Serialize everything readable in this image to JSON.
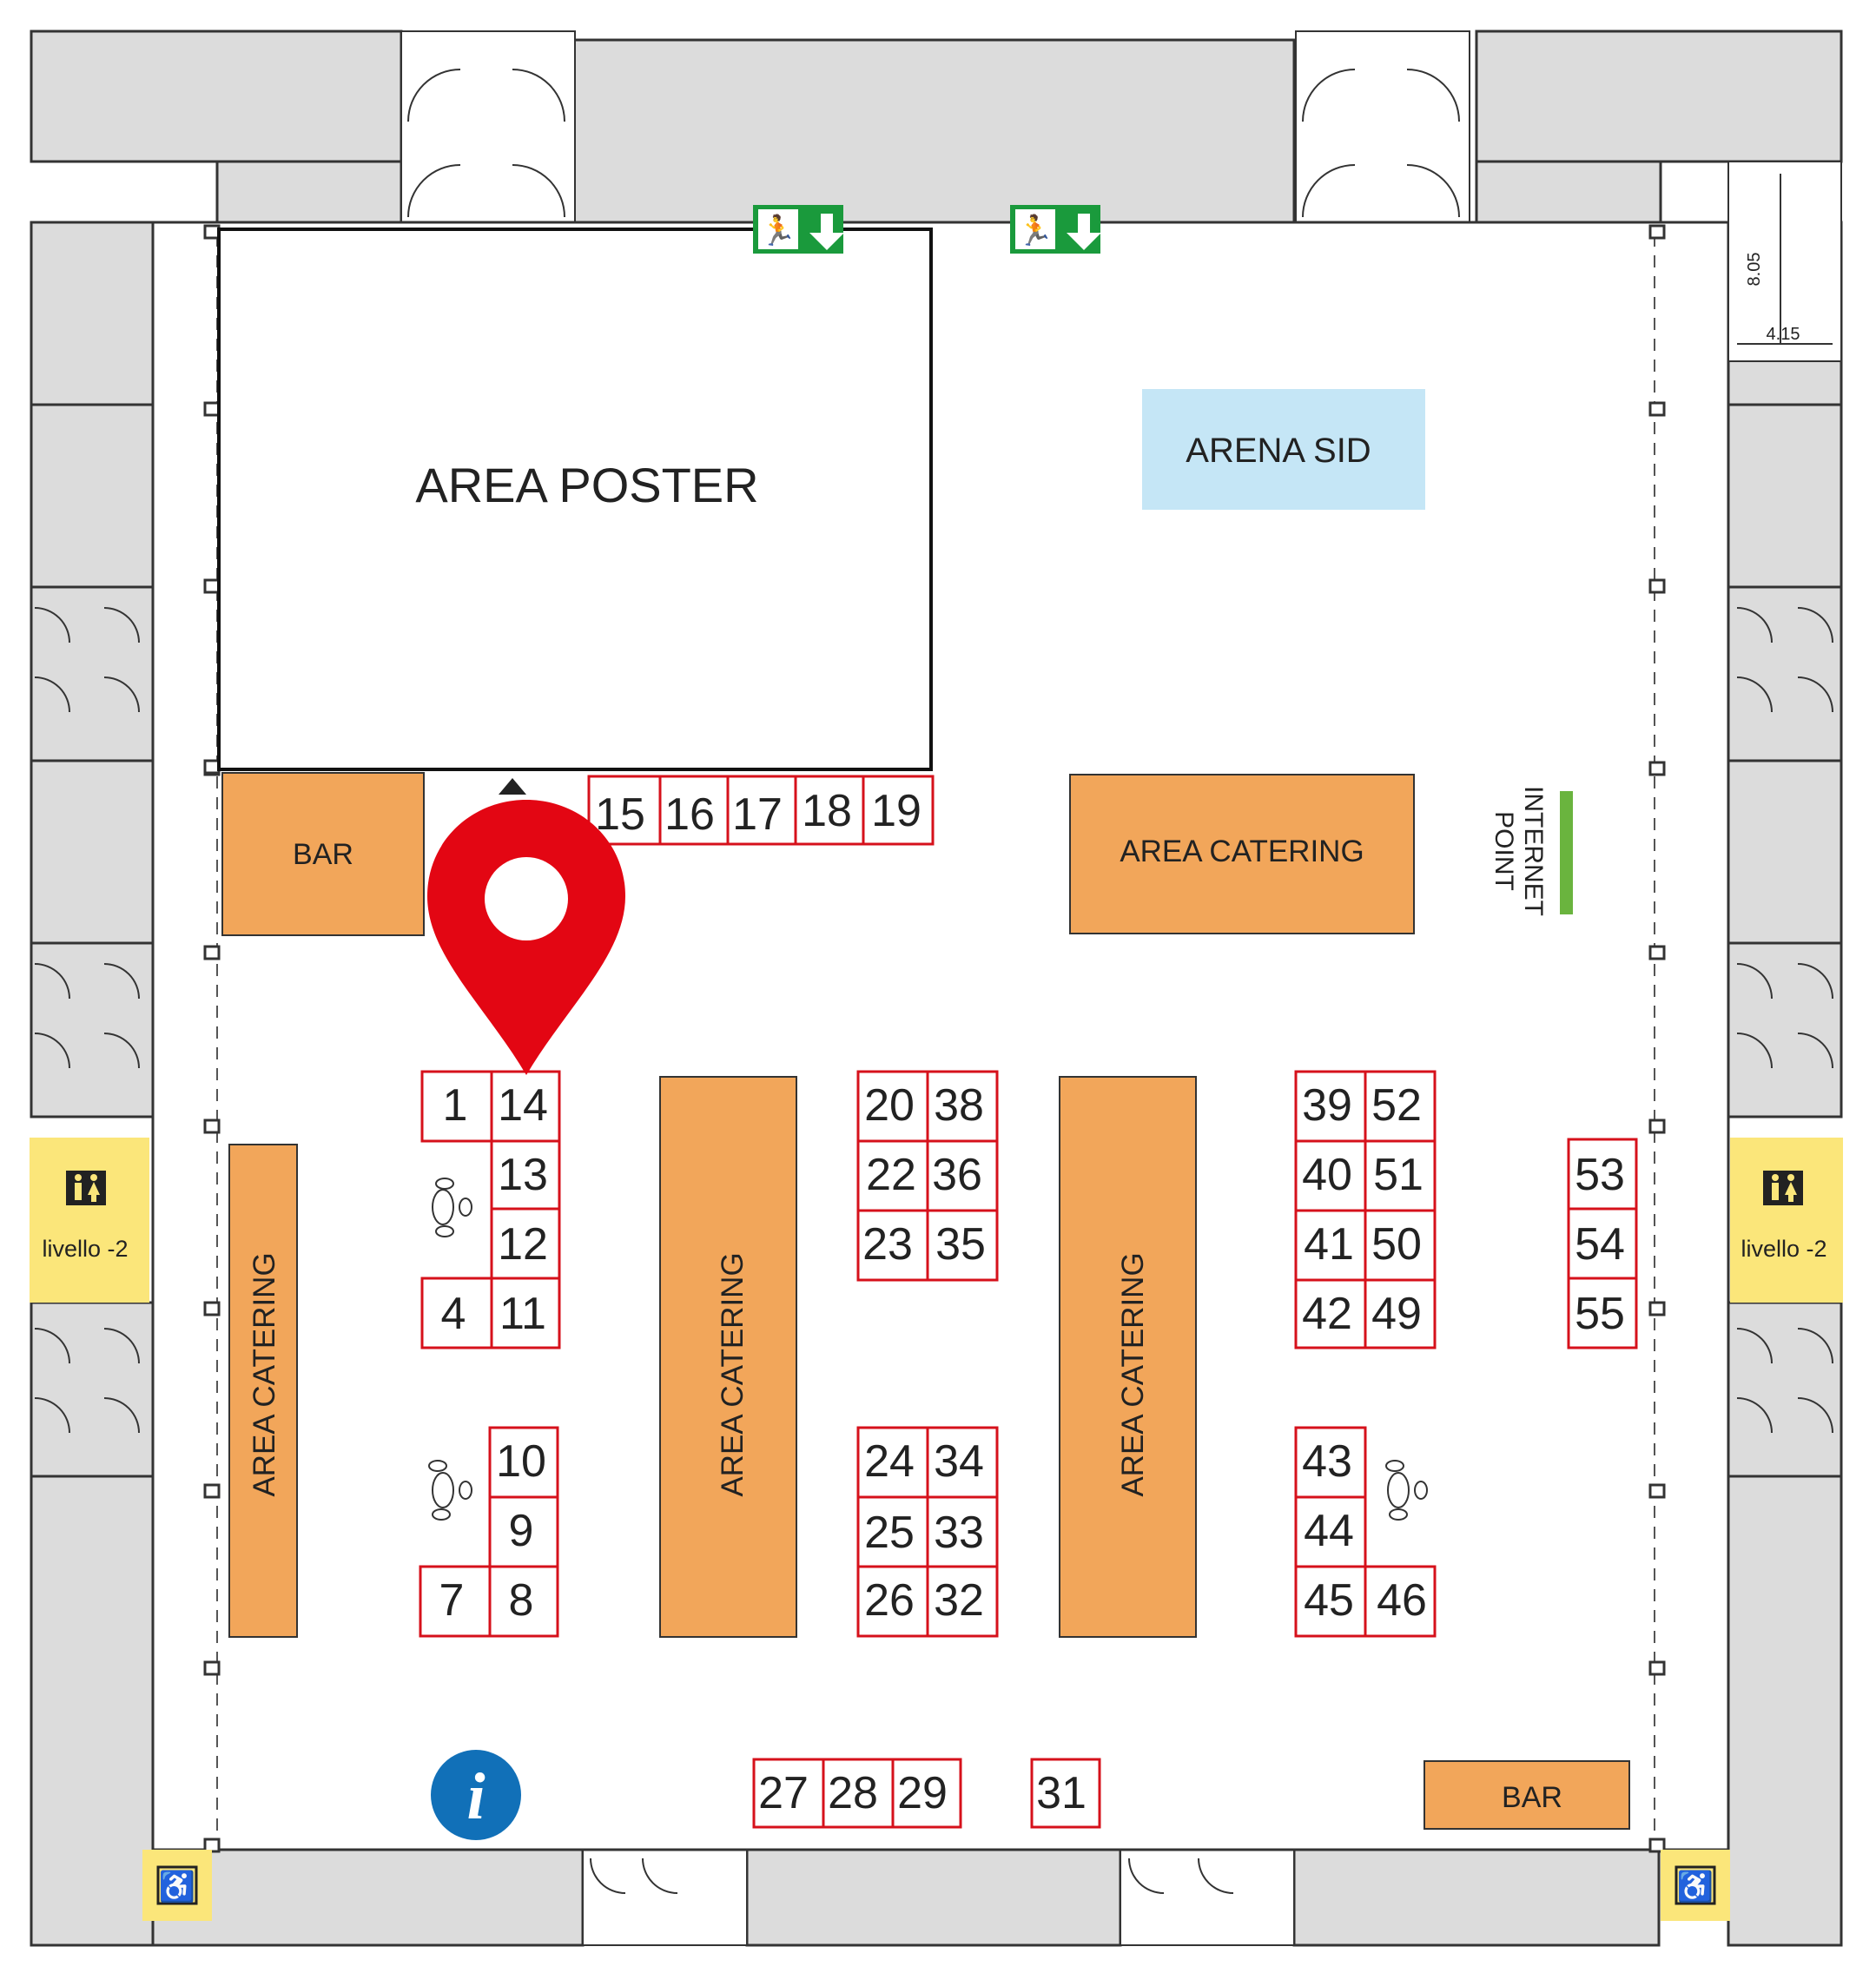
{
  "zones": {
    "area_poster": "AREA POSTER",
    "arena_sid": "ARENA SID",
    "bar_top": "BAR",
    "bar_bottom": "BAR",
    "catering_top": "AREA CATERING",
    "catering_v1": "AREA CATERING",
    "catering_v2": "AREA CATERING",
    "catering_v3": "AREA CATERING",
    "internet_line1": "INTERNET",
    "internet_line2": "POINT",
    "livello_left": "livello -2",
    "livello_right": "livello -2"
  },
  "dimensions": {
    "d1": "8.05",
    "d2": "4.15"
  },
  "booths": {
    "b1": "1",
    "b4": "4",
    "b7": "7",
    "b8": "8",
    "b9": "9",
    "b10": "10",
    "b11": "11",
    "b12": "12",
    "b13": "13",
    "b14": "14",
    "b15": "15",
    "b16": "16",
    "b17": "17",
    "b18": "18",
    "b19": "19",
    "b20": "20",
    "b22": "22",
    "b23": "23",
    "b24": "24",
    "b25": "25",
    "b26": "26",
    "b27": "27",
    "b28": "28",
    "b29": "29",
    "b31": "31",
    "b32": "32",
    "b33": "33",
    "b34": "34",
    "b35": "35",
    "b36": "36",
    "b38": "38",
    "b39": "39",
    "b40": "40",
    "b41": "41",
    "b42": "42",
    "b43": "43",
    "b44": "44",
    "b45": "45",
    "b46": "46",
    "b49": "49",
    "b50": "50",
    "b51": "51",
    "b52": "52",
    "b53": "53",
    "b54": "54",
    "b55": "55"
  },
  "icons": {
    "location_pin": "map-pin-icon",
    "info": "info-icon",
    "exit": "emergency-exit-icon",
    "toilet": "restroom-icon",
    "wheelchair": "accessibility-icon",
    "footprints": "footprints-icon"
  },
  "colors": {
    "booth_outline": "#d6111b",
    "catering_fill": "#f2a65a",
    "arena_fill": "#c5e6f6",
    "restroom_fill": "#fbe67a",
    "exit_fill": "#1a9a3c",
    "internet_fill": "#6ab43e",
    "info_fill": "#1170b8",
    "pin_fill": "#e30613",
    "wall_fill": "#dcdcdc"
  }
}
